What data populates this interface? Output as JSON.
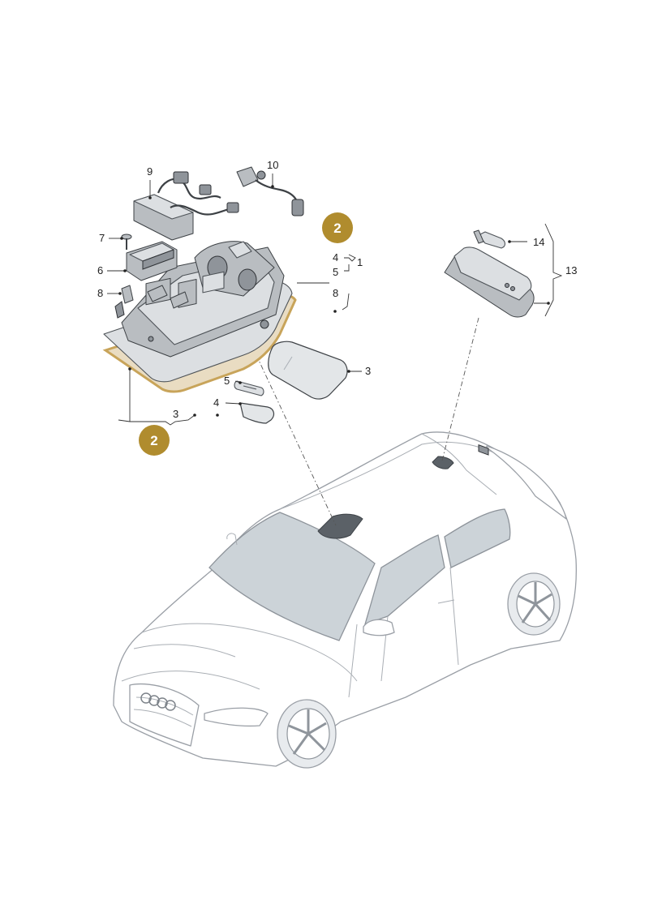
{
  "callouts": {
    "c1": "1",
    "c2_top": "2",
    "c2_bottom": "2",
    "c3_right": "3",
    "c3_bottom": "3",
    "c4_right": "4",
    "c4_lower": "4",
    "c5_right": "5",
    "c5_lower": "5",
    "c6": "6",
    "c7": "7",
    "c8_left": "8",
    "c8_right": "8",
    "c9": "9",
    "c10": "10",
    "c13": "13",
    "c14": "14"
  },
  "colors": {
    "badge": "#b08c2e",
    "seal": "#c8a45a",
    "glass": "#ccd3d8",
    "car_line": "#9a9fa6"
  }
}
